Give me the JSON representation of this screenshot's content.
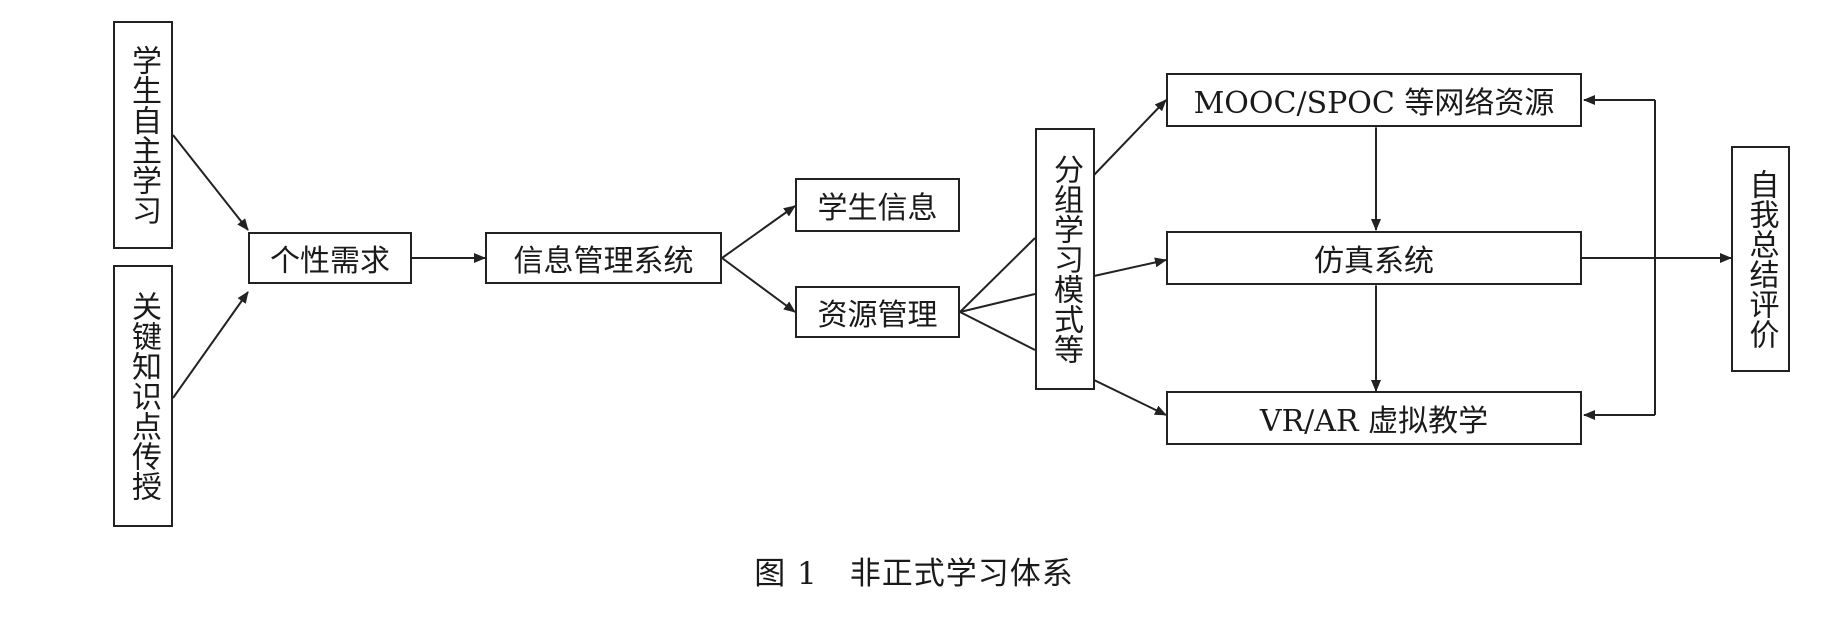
{
  "nodes": {
    "student_self_study": "学生自主学习",
    "key_knowledge": "关键知识点传授",
    "personal_needs": "个性需求",
    "info_system": "信息管理系统",
    "student_info": "学生信息",
    "resource_mgmt": "资源管理",
    "group_learning": "分组学习模式等",
    "mooc": "MOOC/SPOC 等网络资源",
    "simulation": "仿真系统",
    "vr_ar": "VR/AR 虚拟教学",
    "self_eval": "自我总结评价"
  },
  "caption": "图 1　非正式学习体系"
}
